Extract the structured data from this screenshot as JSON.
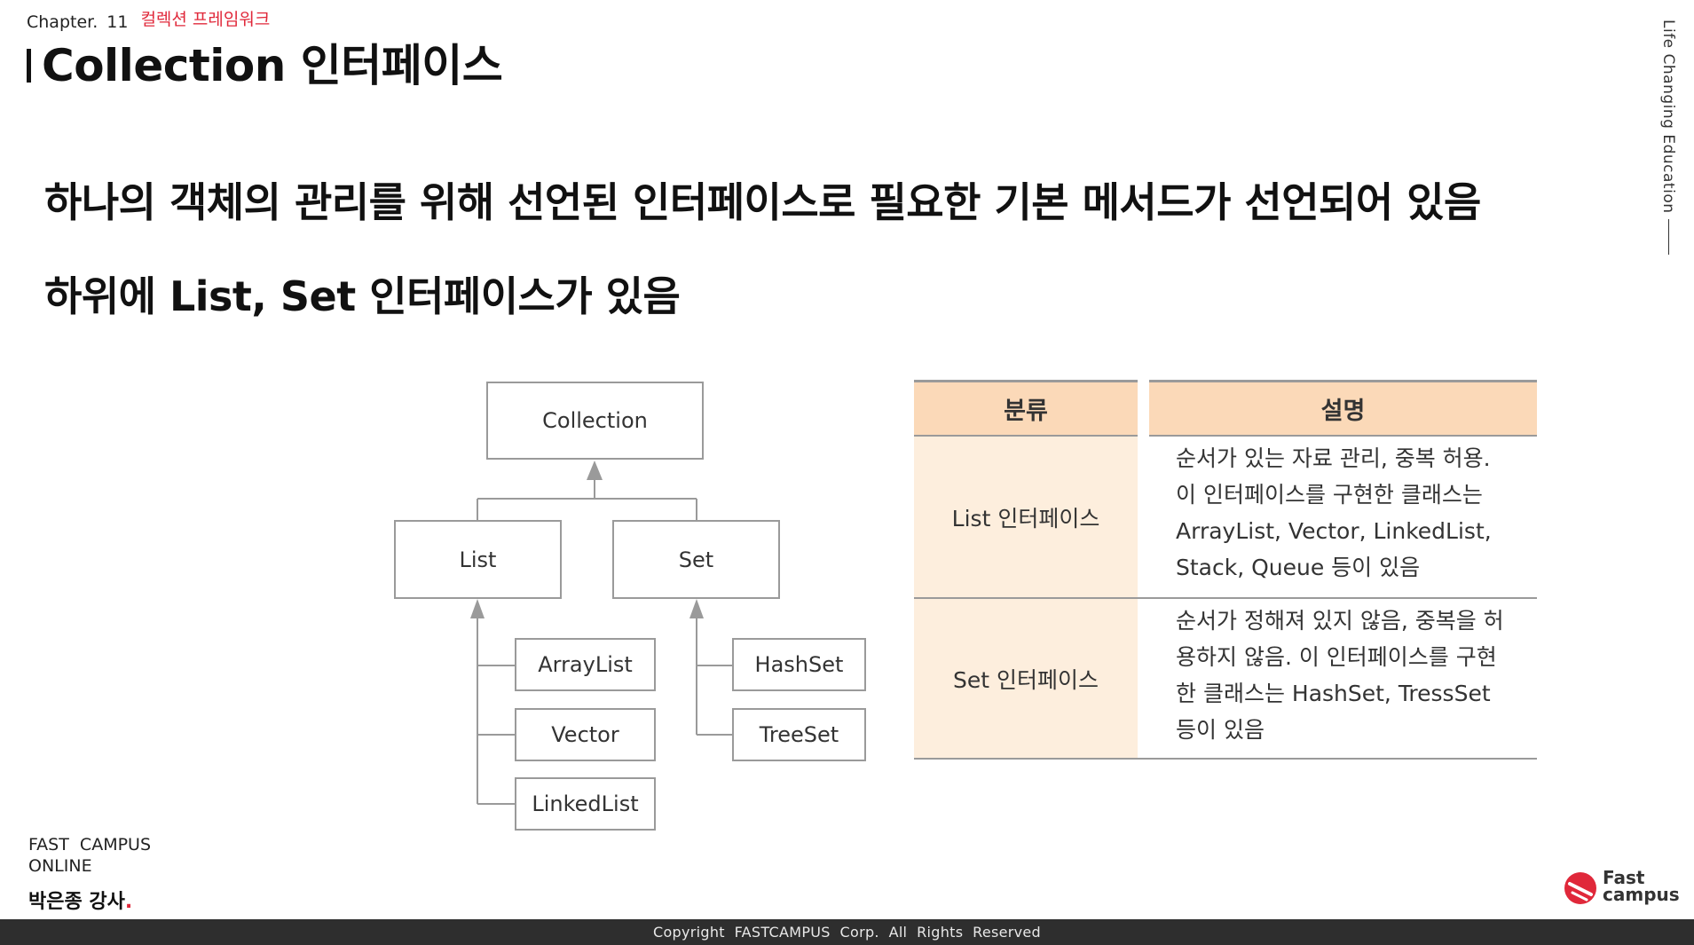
{
  "header": {
    "chapter_label": "Chapter.",
    "chapter_number": "11",
    "chapter_title": "컬렉션 프레임워크",
    "page_title": "Collection 인터페이스"
  },
  "side_text": "Life Changing Education",
  "bullets": [
    "하나의 객체의 관리를 위해 선언된 인터페이스로 필요한 기본 메서드가 선언되어 있음",
    "하위에 List, Set 인터페이스가 있음"
  ],
  "diagram": {
    "root": "Collection",
    "list": "List",
    "set": "Set",
    "list_children": [
      "ArrayList",
      "Vector",
      "LinkedList"
    ],
    "set_children": [
      "HashSet",
      "TreeSet"
    ],
    "line_color": "#9a9a9a"
  },
  "table": {
    "headers": [
      "분류",
      "설명"
    ],
    "rows": [
      {
        "category": "List 인터페이스",
        "description": [
          "순서가 있는 자료 관리, 중복 허용.",
          "이 인터페이스를 구현한 클래스는",
          "ArrayList, Vector, LinkedList,",
          "Stack, Queue 등이 있음"
        ]
      },
      {
        "category": "Set 인터페이스",
        "description": [
          "순서가 정해져 있지 않음, 중복을 허",
          "용하지 않음. 이 인터페이스를 구현",
          "한 클래스는 HashSet, TressSet",
          "등이 있음"
        ]
      }
    ],
    "header_color": "#fbd9b8",
    "cell_color": "#fdeedd"
  },
  "footer": {
    "brand_line1": "FAST  CAMPUS",
    "brand_line2": "ONLINE",
    "instructor": "박은종 강사",
    "instructor_dot": ".",
    "logo_line1": "Fast",
    "logo_line2": "campus",
    "copyright": "Copyright  FASTCAMPUS  Corp.  All  Rights  Reserved"
  },
  "colors": {
    "accent": "#e0283a",
    "bottom_bar": "#2e2e2e"
  }
}
